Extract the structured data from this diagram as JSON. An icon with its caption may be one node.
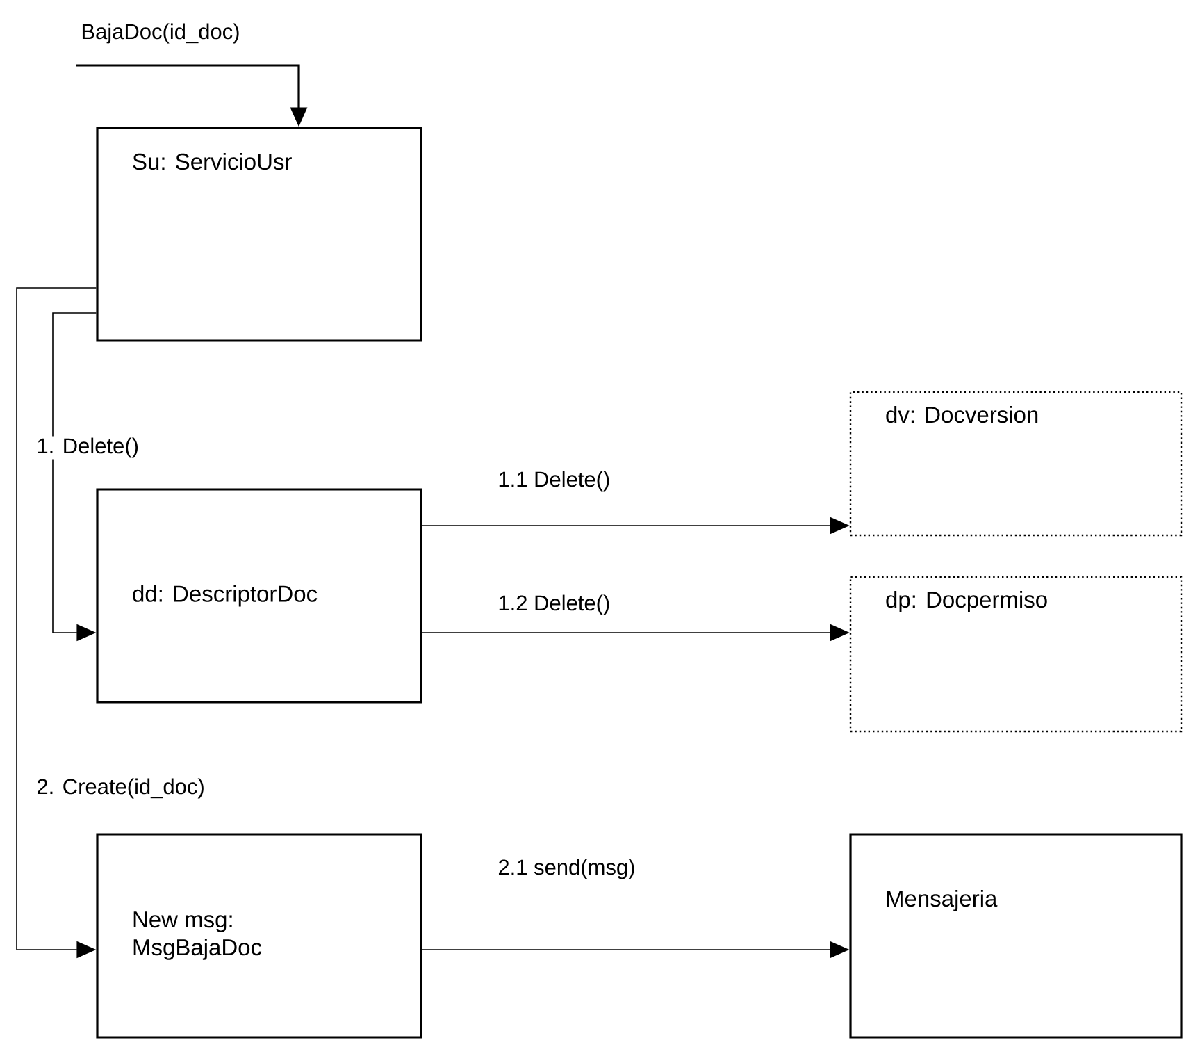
{
  "diagram": {
    "nodes": [
      {
        "text": [
          "Su: ServicioUsr"
        ]
      },
      {
        "text": [
          "dd: DescriptorDoc"
        ]
      },
      {
        "text": [
          "dv: Docversion"
        ]
      },
      {
        "text": [
          "dp: Docpermiso"
        ]
      },
      {
        "text": [
          "New msg: MsgBajaDoc"
        ]
      },
      {
        "text": [
          "Mensajeria"
        ]
      }
    ],
    "edges": [
      {
        "from": null,
        "to": 0,
        "arrow": "to",
        "label": "BajaDoc(id_doc)"
      },
      {
        "from": 0,
        "to": 1,
        "arrow": "to",
        "label": "1. Delete()"
      },
      {
        "from": 0,
        "to": 4,
        "arrow": "to",
        "label": "2. Create(id_doc)"
      },
      {
        "from": 1,
        "to": 2,
        "arrow": "to",
        "label": "1.1  Delete()"
      },
      {
        "from": 1,
        "to": 3,
        "arrow": "to",
        "label": "1.2  Delete()"
      },
      {
        "from": 4,
        "to": 5,
        "arrow": "to",
        "label": "2.1 send(msg)"
      }
    ]
  }
}
